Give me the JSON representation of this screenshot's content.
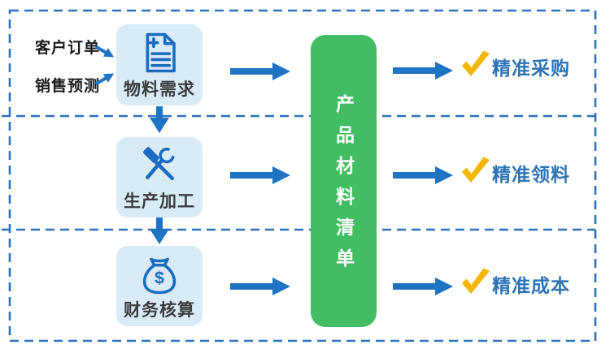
{
  "colors": {
    "frame_blue": "#2b72bf",
    "arrow_blue": "#1e73c2",
    "box_bg": "#d9ebf7",
    "icon_blue": "#1b6cc0",
    "green": "#42bd63",
    "check_gold": "#f3b705",
    "outcome_text_blue": "#2d74b5"
  },
  "left_inputs": [
    {
      "label": "客户订单"
    },
    {
      "label": "销售预测"
    }
  ],
  "process_boxes": [
    {
      "label": "物料需求",
      "icon": "document-plus-icon"
    },
    {
      "label": "生产加工",
      "icon": "hammer-wrench-icon"
    },
    {
      "label": "财务核算",
      "icon": "money-bag-icon"
    }
  ],
  "money_bag": {
    "currency_symbol": "$"
  },
  "center_box": {
    "label": "产品材料清单"
  },
  "outcomes": [
    {
      "label": "精准采购"
    },
    {
      "label": "精准领料"
    },
    {
      "label": "精准成本"
    }
  ]
}
